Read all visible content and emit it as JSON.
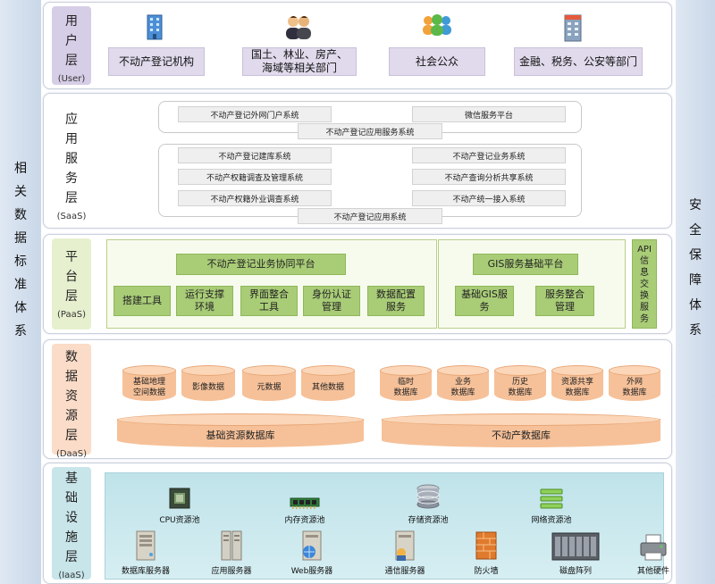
{
  "side_left": {
    "chars": [
      "相",
      "关",
      "数",
      "据",
      "标",
      "准",
      "体",
      "系"
    ]
  },
  "side_right": {
    "chars": [
      "安",
      "全",
      "保",
      "障",
      "体",
      "系"
    ]
  },
  "user_layer": {
    "title_chars": [
      "用",
      "户",
      "层"
    ],
    "title_en": "(User)",
    "items": [
      {
        "lines": [
          "不动产登记机构"
        ],
        "icon": "building-icon"
      },
      {
        "lines": [
          "国土、林业、房产、",
          "海域等相关部门"
        ],
        "icon": "people-icon"
      },
      {
        "lines": [
          "社会公众"
        ],
        "icon": "group-icon"
      },
      {
        "lines": [
          "金融、税务、公安等部门"
        ],
        "icon": "tower-icon"
      }
    ]
  },
  "saas_layer": {
    "title_chars": [
      "应",
      "用",
      "服",
      "务",
      "层"
    ],
    "title_en": "(SaaS)",
    "top_group": {
      "items": [
        "不动产登记外网门户系统",
        "微信服务平台"
      ],
      "footer": "不动产登记应用服务系统"
    },
    "bottom_group": {
      "left": [
        "不动产登记建库系统",
        "不动产权籍调查及管理系统",
        "不动产权籍外业调查系统"
      ],
      "right": [
        "不动产登记业务系统",
        "不动产查询分析共享系统",
        "不动产统一接入系统"
      ],
      "footer": "不动产登记应用系统"
    }
  },
  "paas_layer": {
    "title_chars": [
      "平",
      "台",
      "层"
    ],
    "title_en": "(PaaS)",
    "collab": {
      "title": "不动产登记业务协同平台",
      "tools": [
        [
          "搭建工具"
        ],
        [
          "运行支撑",
          "环境"
        ],
        [
          "界面整合",
          "工具"
        ],
        [
          "身份认证",
          "管理"
        ],
        [
          "数据配置",
          "服务"
        ]
      ]
    },
    "gis": {
      "title": "GIS服务基础平台",
      "tools": [
        [
          "基础GIS服",
          "务"
        ],
        [
          "服务整合",
          "管理"
        ]
      ]
    },
    "api": {
      "chars": [
        "API",
        "信",
        "息",
        "交",
        "换",
        "服",
        "务"
      ]
    }
  },
  "daas_layer": {
    "title_chars": [
      "数",
      "据",
      "资",
      "源",
      "层"
    ],
    "title_en": "(DaaS)",
    "left_small": [
      [
        "基础地理",
        "空间数据"
      ],
      [
        "影像数据"
      ],
      [
        "元数据"
      ],
      [
        "其他数据"
      ]
    ],
    "left_big": "基础资源数据库",
    "right_small": [
      [
        "临时",
        "数据库"
      ],
      [
        "业务",
        "数据库"
      ],
      [
        "历史",
        "数据库"
      ],
      [
        "资源共享",
        "数据库"
      ],
      [
        "外网",
        "数据库"
      ]
    ],
    "right_big": "不动产数据库"
  },
  "iaas_layer": {
    "title_chars": [
      "基",
      "础",
      "设",
      "施",
      "层"
    ],
    "title_en": "(IaaS)",
    "pools": [
      {
        "label": "CPU资源池",
        "icon": "cpu-icon"
      },
      {
        "label": "内存资源池",
        "icon": "memory-icon"
      },
      {
        "label": "存储资源池",
        "icon": "storage-icon"
      },
      {
        "label": "网络资源池",
        "icon": "network-icon"
      }
    ],
    "devices": [
      {
        "label": "数据库服务器",
        "icon": "db-server-icon"
      },
      {
        "label": "应用服务器",
        "icon": "app-server-icon"
      },
      {
        "label": "Web服务器",
        "icon": "web-server-icon"
      },
      {
        "label": "通信服务器",
        "icon": "comm-server-icon"
      },
      {
        "label": "防火墙",
        "icon": "firewall-icon"
      },
      {
        "label": "磁盘阵列",
        "icon": "disk-array-icon"
      },
      {
        "label": "其他硬件",
        "icon": "printer-icon"
      }
    ]
  }
}
